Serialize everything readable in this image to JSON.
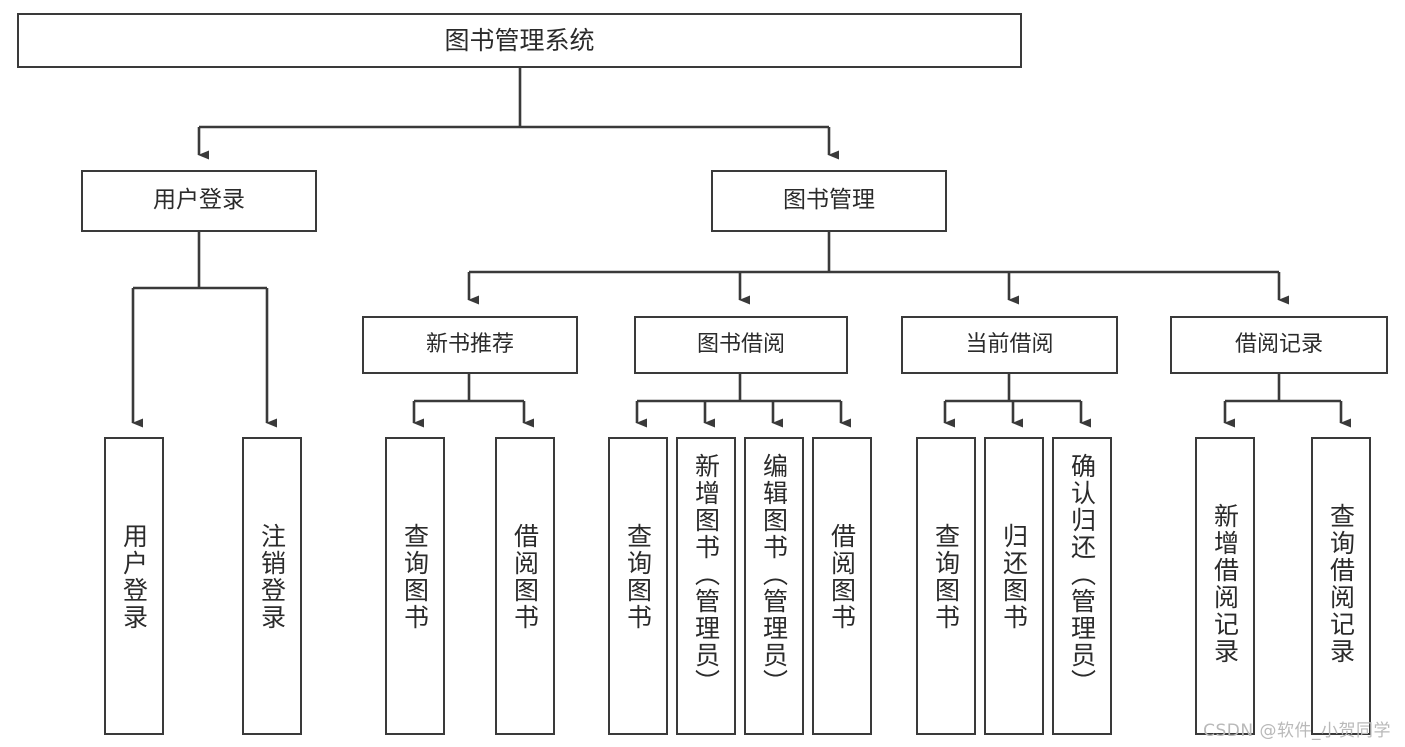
{
  "diagram": {
    "type": "tree",
    "title": "图书管理系统",
    "watermark": "CSDN @软件_小贺同学",
    "colors": {
      "box_border": "#3a3a3a",
      "box_fill": "#ffffff",
      "connector": "#3a3a3a",
      "text": "#2b2b2b",
      "watermark": "#b9b9b9"
    },
    "levels": {
      "root": {
        "label": "图书管理系统"
      },
      "level2": [
        {
          "id": "user-login",
          "label": "用户登录"
        },
        {
          "id": "book-manage",
          "label": "图书管理"
        }
      ],
      "level3": [
        {
          "id": "new-book-recommend",
          "label": "新书推荐"
        },
        {
          "id": "book-borrow",
          "label": "图书借阅"
        },
        {
          "id": "current-borrow",
          "label": "当前借阅"
        },
        {
          "id": "borrow-record",
          "label": "借阅记录"
        }
      ],
      "leaves": [
        {
          "id": "leaf-user-login",
          "label": "用户登录",
          "parent": "user-login"
        },
        {
          "id": "leaf-user-logout",
          "label": "注销登录",
          "parent": "user-login"
        },
        {
          "id": "leaf-query-book-1",
          "label": "查询图书",
          "parent": "new-book-recommend"
        },
        {
          "id": "leaf-borrow-book-1",
          "label": "借阅图书",
          "parent": "new-book-recommend"
        },
        {
          "id": "leaf-query-book-2",
          "label": "查询图书",
          "parent": "book-borrow"
        },
        {
          "id": "leaf-add-book",
          "label": "新增图书（管理员）",
          "parent": "book-borrow"
        },
        {
          "id": "leaf-edit-book",
          "label": "编辑图书（管理员）",
          "parent": "book-borrow"
        },
        {
          "id": "leaf-borrow-book-2",
          "label": "借阅图书",
          "parent": "book-borrow"
        },
        {
          "id": "leaf-query-book-3",
          "label": "查询图书",
          "parent": "current-borrow"
        },
        {
          "id": "leaf-return-book",
          "label": "归还图书",
          "parent": "current-borrow"
        },
        {
          "id": "leaf-confirm-return",
          "label": "确认归还（管理员）",
          "parent": "current-borrow"
        },
        {
          "id": "leaf-add-record",
          "label": "新增借阅记录",
          "parent": "borrow-record"
        },
        {
          "id": "leaf-query-record",
          "label": "查询借阅记录",
          "parent": "borrow-record"
        }
      ]
    }
  }
}
